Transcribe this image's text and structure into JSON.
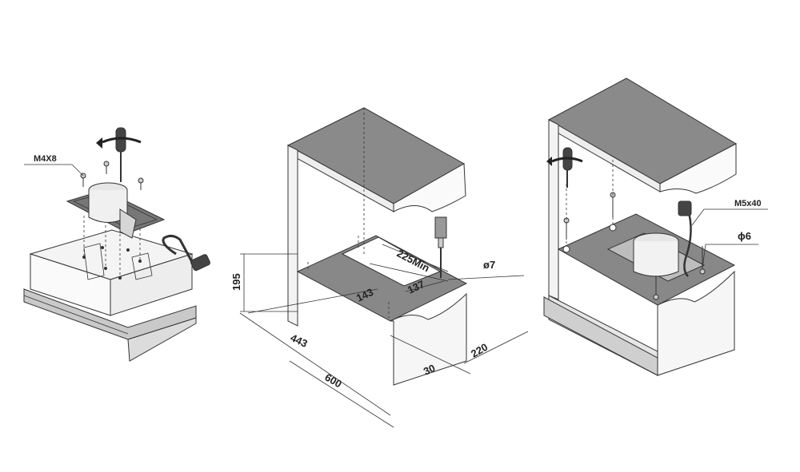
{
  "labels": {
    "screw_m4x8": "M4X8",
    "dim_225min": "225Min",
    "dim_137": "137",
    "dim_143": "143",
    "dim_195": "195",
    "dim_443": "443",
    "dim_600": "600",
    "dim_30": "30",
    "dim_220": "220",
    "drill_phi7": "ø7",
    "screw_m5x40": "M5x40",
    "hole_phi6": "ϕ6"
  }
}
